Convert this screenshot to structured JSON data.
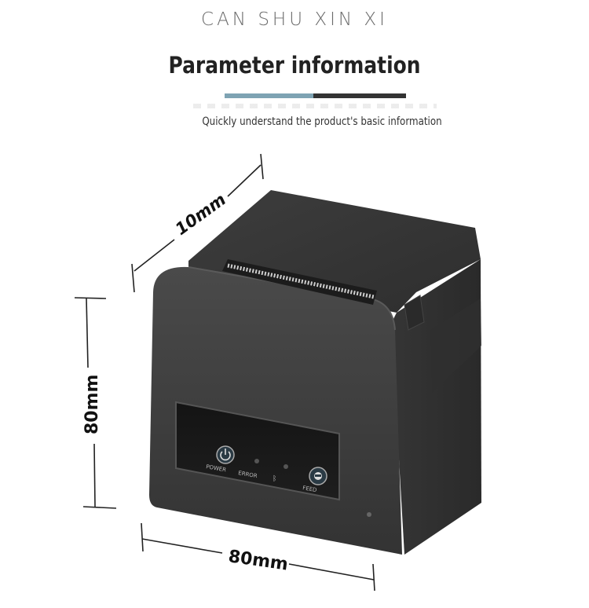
{
  "header": {
    "kicker": "CAN SHU XIN XI",
    "title": "Parameter information",
    "subtitle": "Quickly understand the product's basic information",
    "accent_color": "#7ea3b3",
    "dark_color": "#333333"
  },
  "dimensions": {
    "depth": "10mm",
    "height": "80mm",
    "width": "80mm"
  },
  "printer": {
    "body_color": "#3a3a3a",
    "power_label": "POWER",
    "error_label": "ERROR",
    "feed_label": "FEED",
    "power_icon": "power-icon",
    "bluetooth_icon": "bluetooth-icon",
    "feed_icon": "feed-icon"
  }
}
